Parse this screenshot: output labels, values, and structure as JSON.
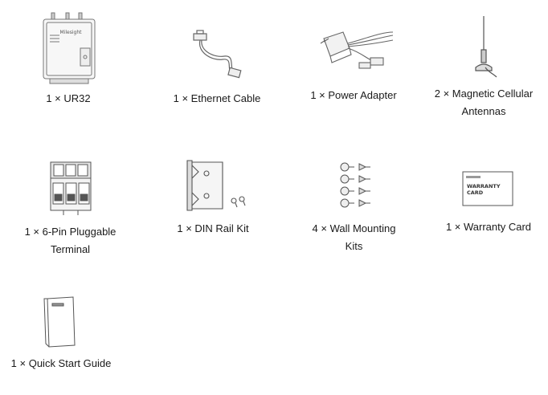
{
  "package": {
    "items": [
      {
        "caption": "1 × UR32",
        "icon": "router-icon"
      },
      {
        "caption": "1 × Ethernet Cable",
        "icon": "ethernet-cable-icon"
      },
      {
        "caption": "1 × Power Adapter",
        "icon": "power-adapter-icon"
      },
      {
        "caption_line1": "2 × Magnetic Cellular",
        "caption_line2": "Antennas",
        "icon": "antenna-icon"
      },
      {
        "caption_line1": "1 × 6-Pin Pluggable",
        "caption_line2": "Terminal",
        "icon": "terminal-block-icon"
      },
      {
        "caption": "1 × DIN Rail Kit",
        "icon": "din-rail-icon"
      },
      {
        "caption_line1": "4 × Wall Mounting",
        "caption_line2": "Kits",
        "icon": "wall-mount-icon"
      },
      {
        "caption": "1 × Warranty Card",
        "icon": "warranty-card-icon",
        "card_line1": "WARRANTY",
        "card_line2": "CARD"
      },
      {
        "caption": "1 × Quick Start Guide",
        "icon": "guide-icon"
      }
    ]
  }
}
